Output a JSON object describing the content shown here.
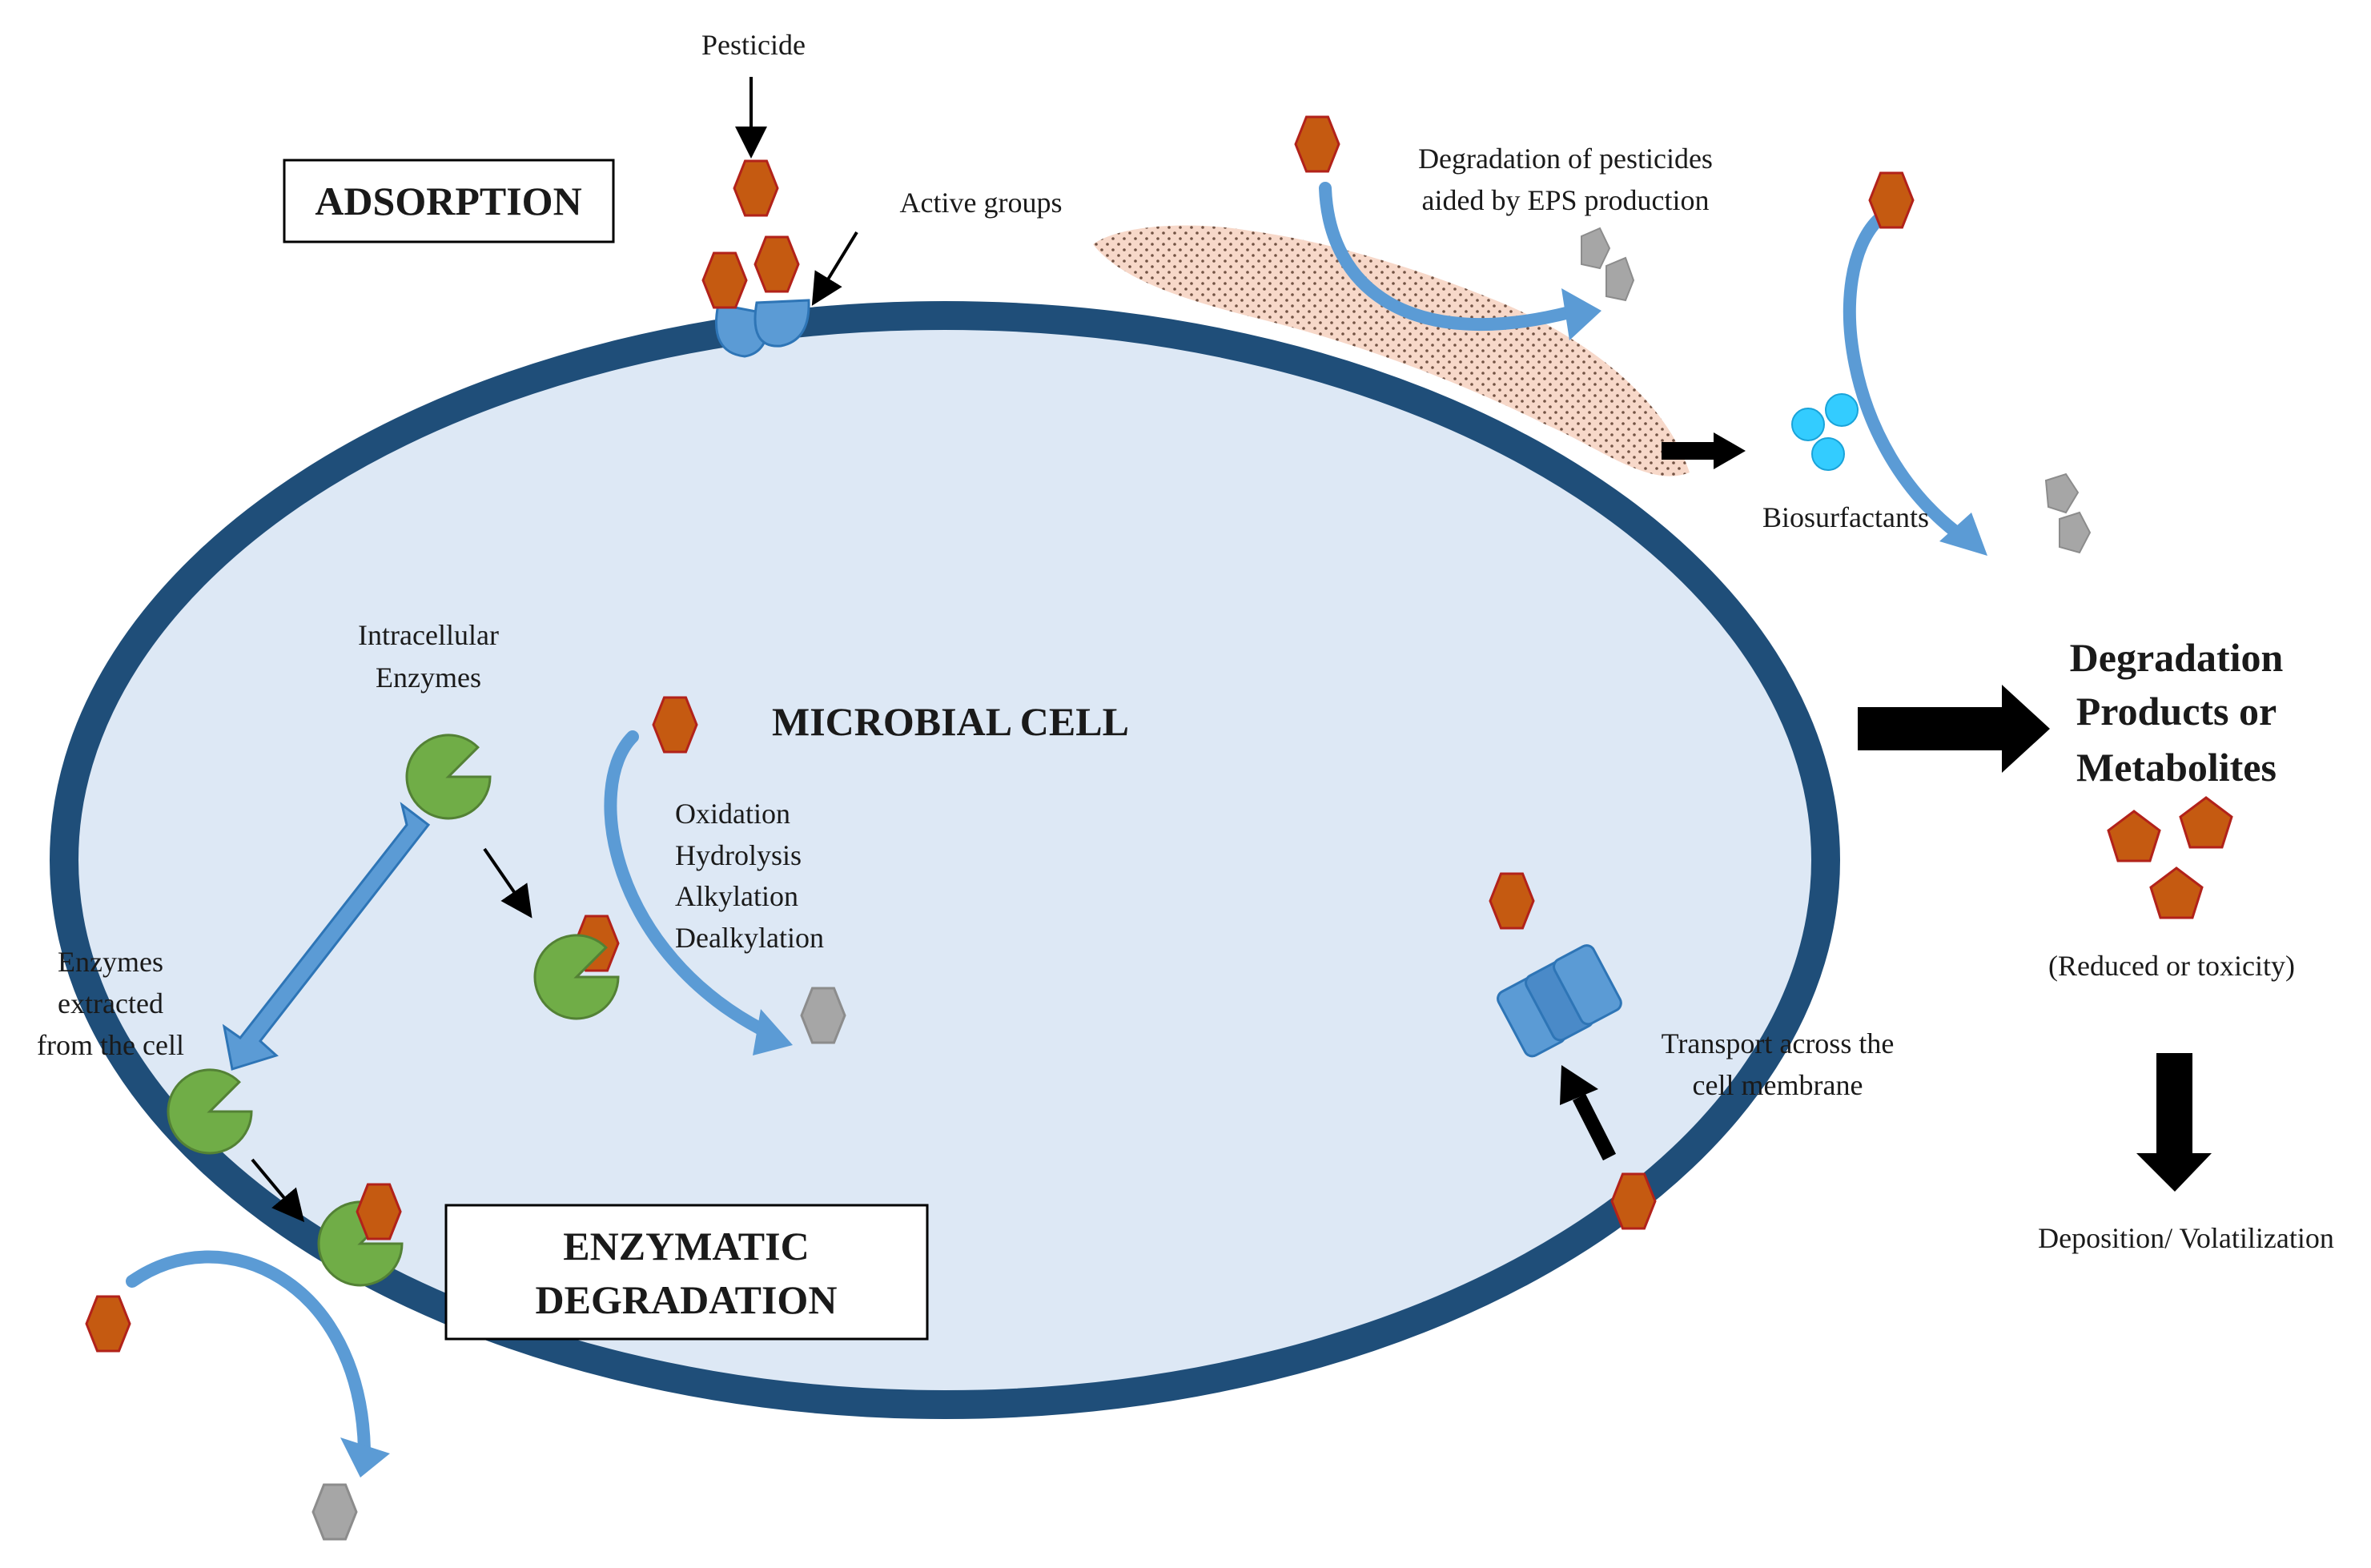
{
  "labels": {
    "pesticide": "Pesticide",
    "active_groups": "Active groups",
    "eps_line1": "Degradation of pesticides",
    "eps_line2": "aided by EPS production",
    "biosurfactants": "Biosurfactants",
    "intracellular_line1": "Intracellular",
    "intracellular_line2": "Enzymes",
    "microbial_cell": "MICROBIAL CELL",
    "reactions": [
      "Oxidation",
      "Hydrolysis",
      "Alkylation",
      "Dealkylation"
    ],
    "enzymes_extracted_line1": "Enzymes",
    "enzymes_extracted_line2": "extracted",
    "enzymes_extracted_line3": "from the cell",
    "transport_line1": "Transport across the",
    "transport_line2": "cell membrane",
    "products_line1": "Degradation",
    "products_line2": "Products or",
    "products_line3": "Metabolites",
    "reduced_toxicity": "(Reduced or toxicity)",
    "deposition": "Deposition/ Volatilization"
  },
  "boxes": {
    "adsorption": "ADSORPTION",
    "enzymatic_line1": "ENZYMATIC",
    "enzymatic_line2": "DEGRADATION"
  },
  "colors": {
    "cell_fill": "#dde8f5",
    "cell_membrane": "#1f4e79",
    "pesticide": "#c55a11",
    "pesticide_edge": "#b2221a",
    "metabolite": "#a6a6a6",
    "enzyme": "#70ad47",
    "arrow_blue": "#5b9bd5",
    "biosurfactant": "#33ccff",
    "eps_fill": "#f4c7b0",
    "black": "#000000"
  }
}
